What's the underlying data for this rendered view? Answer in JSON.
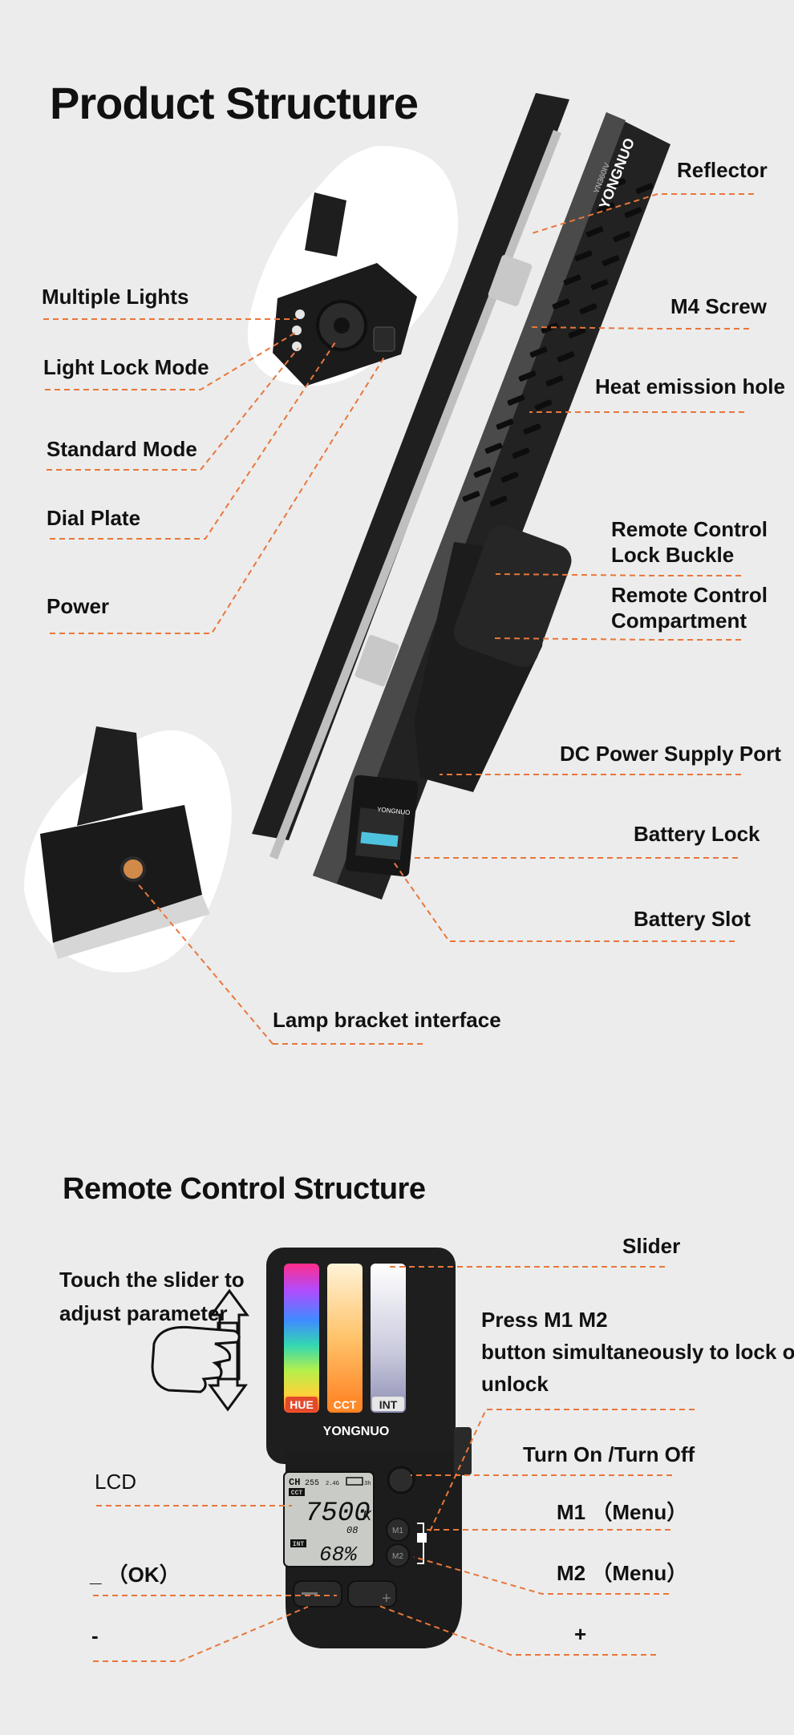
{
  "product_section": {
    "title": "Product Structure",
    "left_labels": {
      "multiple_lights": "Multiple Lights",
      "light_lock_mode": "Light Lock Mode",
      "standard_mode": "Standard Mode",
      "dial_plate": "Dial Plate",
      "power": "Power",
      "lamp_bracket": "Lamp bracket interface"
    },
    "right_labels": {
      "reflector": "Reflector",
      "m4_screw": "M4 Screw",
      "heat_hole": "Heat emission hole",
      "remote_lock_1": "Remote Control",
      "remote_lock_2": "Lock Buckle",
      "remote_comp_1": "Remote Control",
      "remote_comp_2": "Compartment",
      "dc_port": "DC Power Supply Port",
      "battery_lock": "Battery Lock",
      "battery_slot": "Battery Slot"
    },
    "device_brand": "YONGNUO",
    "device_model": "YN360IV"
  },
  "remote_section": {
    "title": "Remote Control Structure",
    "touch_line1": "Touch the slider to",
    "touch_line2": "adjust parameter",
    "slider": "Slider",
    "press_line1": "Press M1 M2",
    "press_line2": "button simultaneously to lock or",
    "press_line3": "unlock",
    "turn_on_off": "Turn On /Turn Off",
    "lcd": "LCD",
    "m1": "M1 （Menu）",
    "m2": "M2 （Menu）",
    "ok": "_ （OK）",
    "minus": "-",
    "plus": "+",
    "brand": "YONGNUO",
    "tabs": {
      "hue": "HUE",
      "cct": "CCT",
      "int": "INT"
    },
    "lcd_ch": "CH",
    "lcd_ch_num": "255",
    "lcd_mode": "CCT",
    "lcd_big": "7500",
    "lcd_unit": "K",
    "lcd_small": "08",
    "lcd_int": "INT",
    "lcd_pct": "68%",
    "lcd_band": "2.4G",
    "lcd_time": "3h",
    "btn_m1": "M1",
    "btn_m2": "M2"
  }
}
